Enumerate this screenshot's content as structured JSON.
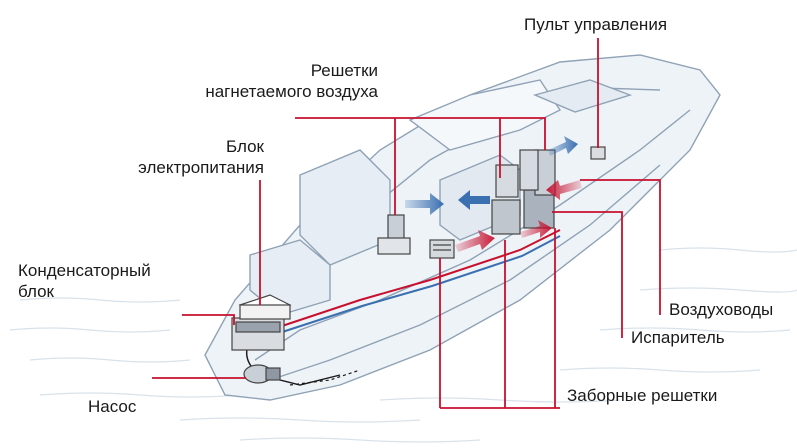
{
  "colors": {
    "leader": "#c8102e",
    "hull_outline": "#8fa2b5",
    "hull_fill": "#eef3f8",
    "supply_air": "#3a6fb0",
    "intake_air": "#c8102e",
    "water": "#d8e2ea",
    "text": "#1a1a1a"
  },
  "labels": {
    "control_panel": "Пульт управления",
    "supply_grilles_line1": "Решетки",
    "supply_grilles_line2": "нагнетаемого воздуха",
    "power_unit_line1": "Блок",
    "power_unit_line2": "электропитания",
    "condenser_line1": "Конденсаторный",
    "condenser_line2": "блок",
    "pump": "Насос",
    "ducts": "Воздуховоды",
    "evaporator": "Испаритель",
    "intake_grilles": "Заборные решетки"
  },
  "icons": {
    "supply_arrow": "arrow-right-blue",
    "intake_arrow": "arrow-left-red"
  }
}
